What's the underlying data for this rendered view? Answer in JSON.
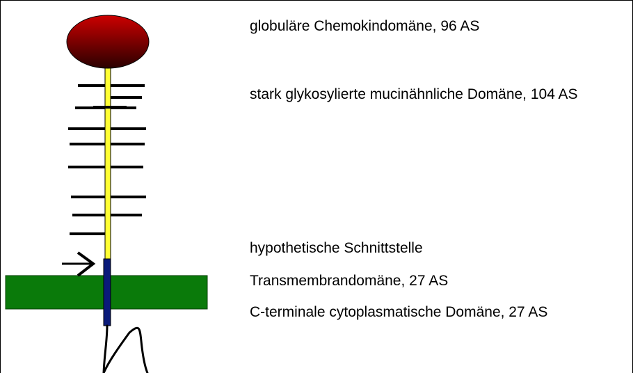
{
  "colors": {
    "globular_domain_top": "#cc0000",
    "globular_domain_bottom": "#2a0000",
    "mucin_stalk": "#ffff33",
    "transmembrane_segment": "#0a1a7a",
    "membrane": "#0a7a0a",
    "membrane_edge": "#063d06",
    "glycan_line": "#000000",
    "text": "#000000"
  },
  "labels": {
    "chemokine_domain": "globuläre Chemokindomäne, 96 AS",
    "mucin_domain": "stark glykosylierte mucinähnliche Domäne, 104 AS",
    "cleavage_site": "hypothetische Schnittstelle",
    "transmembrane_domain": "Transmembrandomäne, 27 AS",
    "cytoplasmic_domain": "C-terminale cytoplasmatische Domäne, 27 AS"
  }
}
